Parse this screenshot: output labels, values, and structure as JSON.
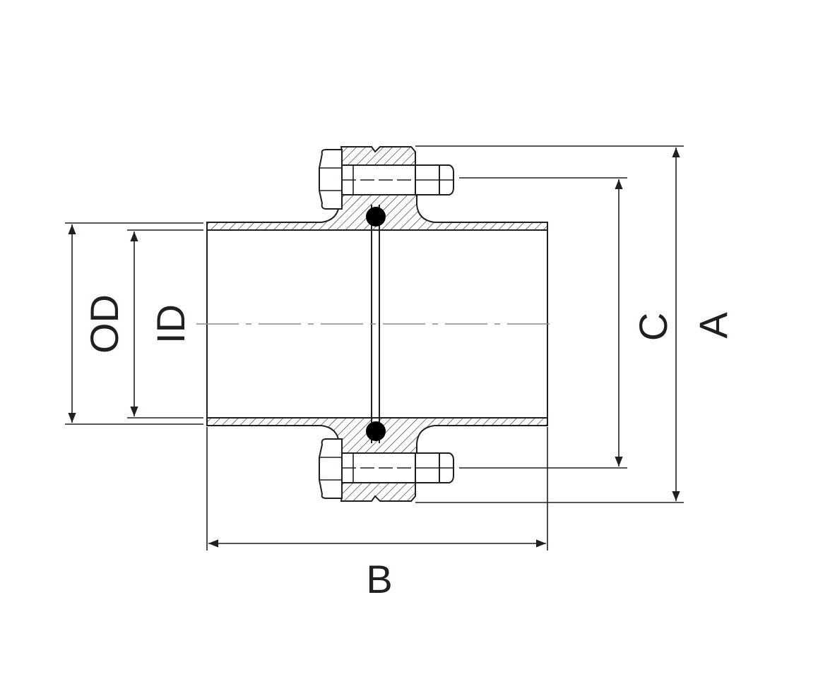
{
  "labels": {
    "od": "OD",
    "id": "ID",
    "a": "A",
    "b": "B",
    "c": "C"
  },
  "colors": {
    "ink": "#231f20",
    "centerline": "#8c8c8c",
    "background": "#ffffff"
  }
}
